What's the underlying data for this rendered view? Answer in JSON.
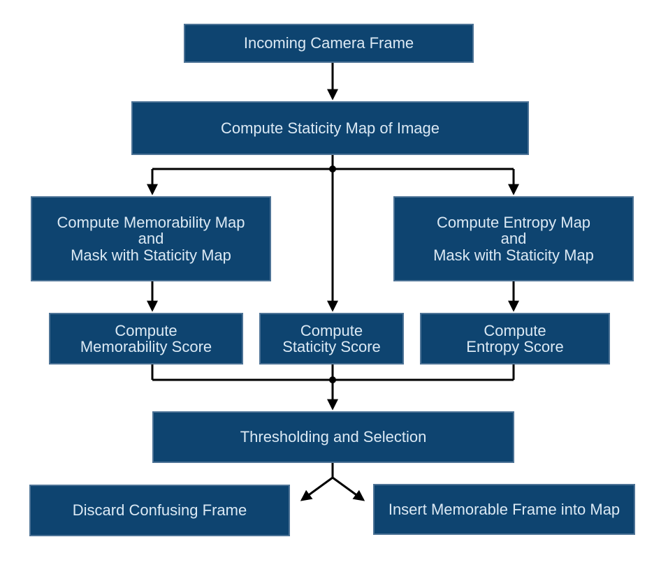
{
  "diagram": {
    "type": "flowchart",
    "colors": {
      "background": "#ffffff",
      "node_fill": "#0e4470",
      "node_border": "#4d7396",
      "node_text": "#dbe9f4",
      "connector": "#000000"
    },
    "nodes": {
      "incoming_camera_frame": {
        "label": "Incoming Camera Frame"
      },
      "compute_staticity_map": {
        "label": "Compute Staticity Map of Image"
      },
      "compute_memorability_map": {
        "label": "Compute Memorability Map\nand\nMask with Staticity Map"
      },
      "compute_entropy_map": {
        "label": "Compute Entropy Map\nand\nMask with Staticity Map"
      },
      "compute_memorability_score": {
        "label": "Compute\nMemorability Score"
      },
      "compute_staticity_score": {
        "label": "Compute\nStaticity Score"
      },
      "compute_entropy_score": {
        "label": "Compute\nEntropy Score"
      },
      "thresholding_and_selection": {
        "label": "Thresholding and Selection"
      },
      "discard_confusing_frame": {
        "label": "Discard Confusing Frame"
      },
      "insert_memorable_frame": {
        "label": "Insert Memorable Frame into Map"
      }
    }
  }
}
